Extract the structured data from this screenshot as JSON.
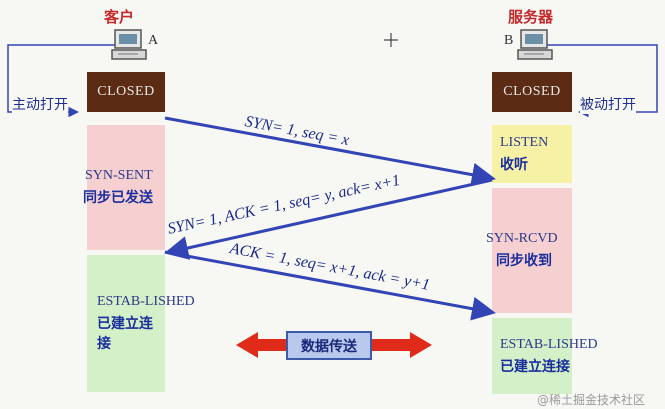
{
  "client": {
    "title": "客户",
    "letter": "A",
    "initiate_label": "主动打开"
  },
  "server": {
    "title": "服务器",
    "letter": "B",
    "passive_label": "被动打开"
  },
  "client_states": [
    {
      "en": "CLOSED",
      "zh": ""
    },
    {
      "en": "SYN-SENT",
      "zh": "同步已发送"
    },
    {
      "en": "ESTAB-LISHED",
      "zh": "已建立连接"
    }
  ],
  "server_states": [
    {
      "en": "CLOSED",
      "zh": ""
    },
    {
      "en": "LISTEN",
      "zh": "收听"
    },
    {
      "en": "SYN-RCVD",
      "zh": "同步收到"
    },
    {
      "en": "ESTAB-LISHED",
      "zh": "已建立连接"
    }
  ],
  "messages": [
    {
      "text": "SYN= 1, seq = x"
    },
    {
      "text": "SYN= 1, ACK = 1, seq= y, ack= x+1"
    },
    {
      "text": "ACK = 1, seq= x+1, ack = y+1"
    }
  ],
  "data_transfer": {
    "label": "数据传送"
  },
  "watermark": {
    "text": "@稀土掘金技术社区"
  },
  "colors": {
    "closed_bg": "#5b2b14",
    "syn_sent_bg": "#f6cfd1",
    "established_bg": "#d4f0c8",
    "listen_bg": "#f7f1a6",
    "syn_rcvd_bg": "#f6cfd1",
    "arrow": "#3345b5",
    "data_arrow": "#e02a1a"
  }
}
